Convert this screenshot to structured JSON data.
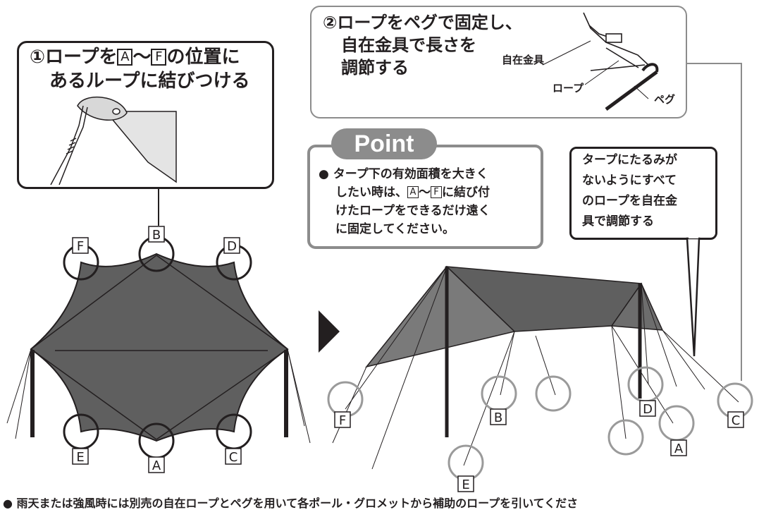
{
  "step1": {
    "line1": "①ロープを",
    "letter_a": "A",
    "tilde": "〜",
    "letter_f": "F",
    "line1_end": "の位置に",
    "line2": "あるループに結びつける"
  },
  "step2": {
    "line1": "②ロープをペグで固定し、",
    "line2": "自在金具で長さを",
    "line3": "調節する",
    "label_fitting": "自在金具",
    "label_rope": "ロープ",
    "label_peg": "ペグ"
  },
  "point": {
    "title": "Point",
    "bullet": "●",
    "line1": "タープ下の有効面積を大きく",
    "line2_start": "したい時は、",
    "letter_a": "A",
    "tilde": "〜",
    "letter_f": "F",
    "line2_end": "に結び付",
    "line3": "けたロープをできるだけ遠く",
    "line4": "に固定してください。"
  },
  "tip": {
    "line1": "タープにたるみが",
    "line2": "ないようにすべて",
    "line3": "のロープを自在金",
    "line4": "具で調節する"
  },
  "left_diagram": {
    "labels": [
      "F",
      "B",
      "D",
      "E",
      "A",
      "C"
    ]
  },
  "right_diagram": {
    "labels": [
      "F",
      "B",
      "D",
      "A",
      "C",
      "E"
    ]
  },
  "footer": "● 雨天または強風時には別売の自在ロープとペグを用いて各ポール・グロメットから補助のロープを引いてくださ",
  "colors": {
    "tarp": "#5f5f5f",
    "tarp_light": "#7a7a7a",
    "gray_border": "#8c8c8c",
    "ink": "#231f20"
  }
}
